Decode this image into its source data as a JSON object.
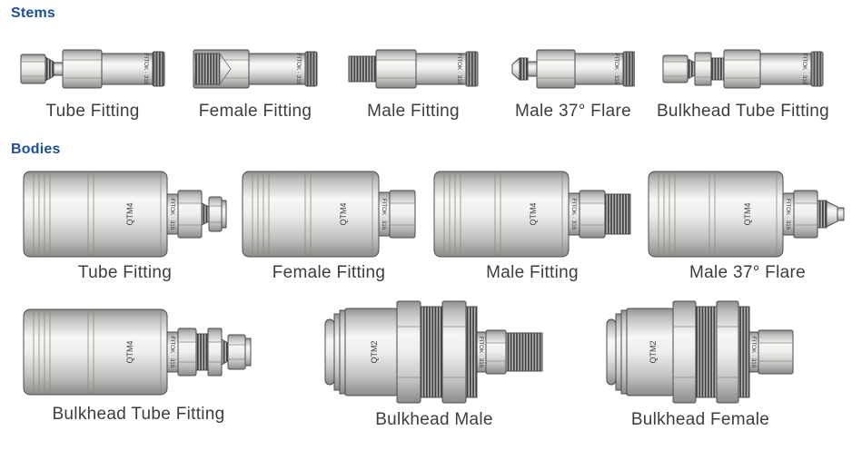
{
  "stems": {
    "title": "Stems",
    "items": [
      {
        "label": "Tube Fitting",
        "marking": "FITOK · 316"
      },
      {
        "label": "Female Fitting",
        "marking": "FITOK · 316"
      },
      {
        "label": "Male Fitting",
        "marking": "FITOK · 316"
      },
      {
        "label": "Male 37° Flare",
        "marking": "FITOK · 316"
      },
      {
        "label": "Bulkhead Tube Fitting",
        "marking": "FITOK · 316"
      }
    ]
  },
  "bodies": {
    "title": "Bodies",
    "items": [
      {
        "label": "Tube Fitting",
        "body_marking": "QTM4",
        "end_marking": "FITOK · 316"
      },
      {
        "label": "Female Fitting",
        "body_marking": "QTM4",
        "end_marking": "FITOK · 316"
      },
      {
        "label": "Male Fitting",
        "body_marking": "QTM4",
        "end_marking": "FITOK · 316"
      },
      {
        "label": "Male 37° Flare",
        "body_marking": "QTM4",
        "end_marking": "FITOK · 316"
      },
      {
        "label": "Bulkhead Tube Fitting",
        "body_marking": "QTM4",
        "end_marking": "FITOK · 316"
      },
      {
        "label": "Bulkhead Male",
        "body_marking": "QTM2",
        "end_marking": "FITOK · 316"
      },
      {
        "label": "Bulkhead Female",
        "body_marking": "QTM2",
        "end_marking": "FITOK · 316"
      }
    ]
  },
  "colors": {
    "accent": "#1b4f9c",
    "label_text": "#3d3d3d",
    "outline": "#4b4b49"
  }
}
